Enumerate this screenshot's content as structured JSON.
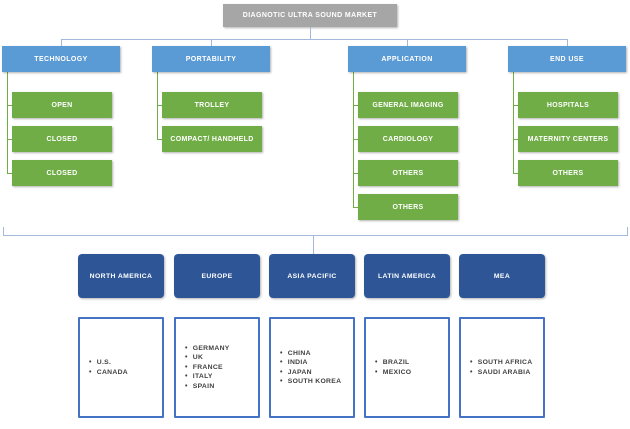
{
  "root": {
    "label": "DIAGNOTIC ULTRA SOUND MARKET"
  },
  "segments": [
    {
      "label": "TECHNOLOGY",
      "children": [
        "OPEN",
        "CLOSED",
        "CLOSED"
      ]
    },
    {
      "label": "PORTABILITY",
      "children": [
        "TROLLEY",
        "COMPACT/ HANDHELD"
      ]
    },
    {
      "label": "APPLICATION",
      "children": [
        "GENERAL IMAGING",
        "CARDIOLOGY",
        "OTHERS",
        "OTHERS"
      ]
    },
    {
      "label": "END USE",
      "children": [
        "HOSPITALS",
        "MATERNITY CENTERS",
        "OTHERS"
      ]
    }
  ],
  "regions": [
    {
      "label": "NORTH AMERICA",
      "countries": [
        "U.S.",
        "CANADA"
      ]
    },
    {
      "label": "EUROPE",
      "countries": [
        "GERMANY",
        "UK",
        "FRANCE",
        "ITALY",
        "SPAIN"
      ]
    },
    {
      "label": "ASIA PACIFIC",
      "countries": [
        "CHINA",
        "INDIA",
        "JAPAN",
        "SOUTH KOREA"
      ]
    },
    {
      "label": "LATIN AMERICA",
      "countries": [
        "BRAZIL",
        "MEXICO"
      ]
    },
    {
      "label": "MEA",
      "countries": [
        "SOUTH AFRICA",
        "SAUDI ARABIA"
      ]
    }
  ],
  "colors": {
    "header_blue": "#5b9bd5",
    "child_green": "#70ad47",
    "root_gray": "#a6a6a6",
    "region_navy": "#2e5697",
    "list_border_blue": "#4472c4",
    "connector_blue": "#a3b8da"
  }
}
